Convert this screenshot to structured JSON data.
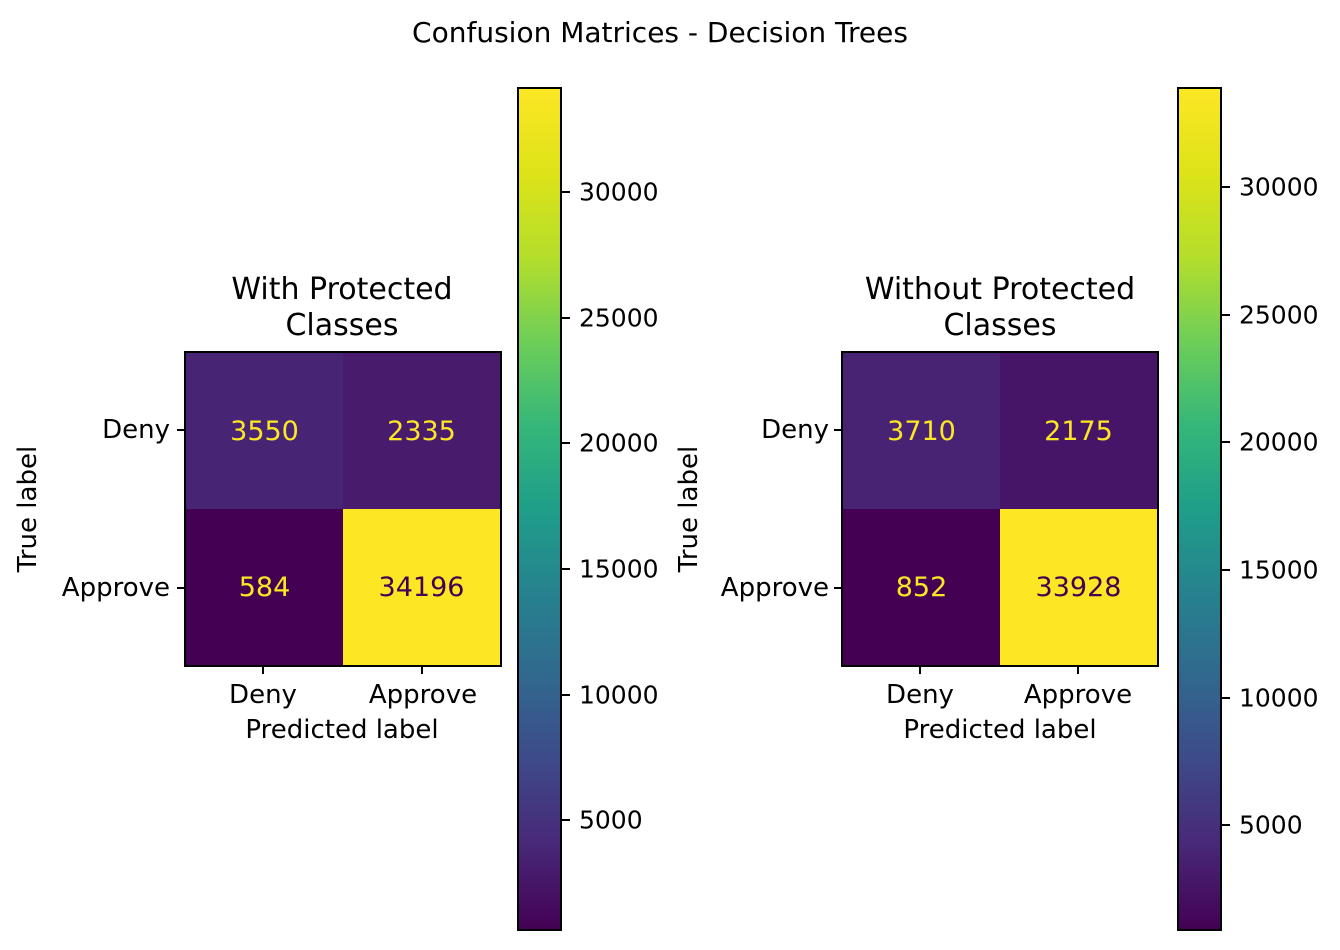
{
  "figure": {
    "title": "Confusion Matrices - Decision Trees",
    "background": "#ffffff",
    "frame_color": "#000000",
    "text_color": "#000000",
    "colormap": "viridis",
    "viridis_stops": [
      {
        "t": 0.0,
        "color": "#440154"
      },
      {
        "t": 0.1,
        "color": "#482878"
      },
      {
        "t": 0.2,
        "color": "#3e4a89"
      },
      {
        "t": 0.3,
        "color": "#31688e"
      },
      {
        "t": 0.4,
        "color": "#26828e"
      },
      {
        "t": 0.5,
        "color": "#1f9e89"
      },
      {
        "t": 0.6,
        "color": "#35b779"
      },
      {
        "t": 0.7,
        "color": "#6ece58"
      },
      {
        "t": 0.8,
        "color": "#b5de2b"
      },
      {
        "t": 0.9,
        "color": "#dde318"
      },
      {
        "t": 1.0,
        "color": "#fde725"
      }
    ]
  },
  "chart_data": [
    {
      "type": "heatmap",
      "title": "With Protected Classes",
      "title_lines": [
        "With Protected",
        "Classes"
      ],
      "xlabel": "Predicted label",
      "ylabel": "True label",
      "x_tick_labels": [
        "Deny",
        "Approve"
      ],
      "y_tick_labels": [
        "Deny",
        "Approve"
      ],
      "matrix": [
        [
          3550,
          2335
        ],
        [
          584,
          34196
        ]
      ],
      "cell_colors": [
        [
          "#482475",
          "#481b6d"
        ],
        [
          "#440154",
          "#fde725"
        ]
      ],
      "cell_text_colors": [
        [
          "#fde725",
          "#fde725"
        ],
        [
          "#fde725",
          "#440154"
        ]
      ],
      "colorbar": {
        "min": 584,
        "max": 34196,
        "ticks": [
          5000,
          10000,
          15000,
          20000,
          25000,
          30000
        ]
      }
    },
    {
      "type": "heatmap",
      "title": "Without Protected Classes",
      "title_lines": [
        "Without Protected",
        "Classes"
      ],
      "xlabel": "Predicted label",
      "ylabel": "True label",
      "x_tick_labels": [
        "Deny",
        "Approve"
      ],
      "y_tick_labels": [
        "Deny",
        "Approve"
      ],
      "matrix": [
        [
          3710,
          2175
        ],
        [
          852,
          33928
        ]
      ],
      "cell_colors": [
        [
          "#482373",
          "#471567"
        ],
        [
          "#440154",
          "#fde725"
        ]
      ],
      "cell_text_colors": [
        [
          "#fde725",
          "#fde725"
        ],
        [
          "#fde725",
          "#440154"
        ]
      ],
      "colorbar": {
        "min": 852,
        "max": 33928,
        "ticks": [
          5000,
          10000,
          15000,
          20000,
          25000,
          30000
        ]
      }
    }
  ]
}
